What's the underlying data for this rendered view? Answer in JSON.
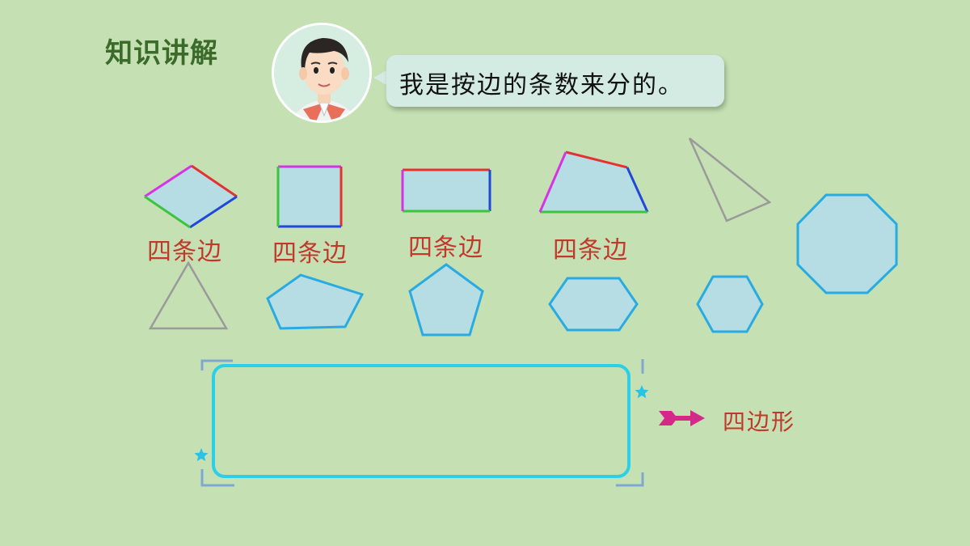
{
  "header": {
    "title": "知识讲解"
  },
  "speech": {
    "text": "我是按边的条数来分的。"
  },
  "shape_labels": [
    "四条边",
    "四条边",
    "四条边",
    "四条边"
  ],
  "result": {
    "text": "四边形"
  },
  "icons": {
    "avatar": "boy-avatar-icon",
    "arrow": "right-arrow-icon",
    "star": "star-icon"
  },
  "colors": {
    "background": "#c5e0b3",
    "shape_fill": "#b6dde4",
    "shape_stroke": "#29abe2",
    "label_red": "#c0392b",
    "frame": "#2ad0e8"
  }
}
